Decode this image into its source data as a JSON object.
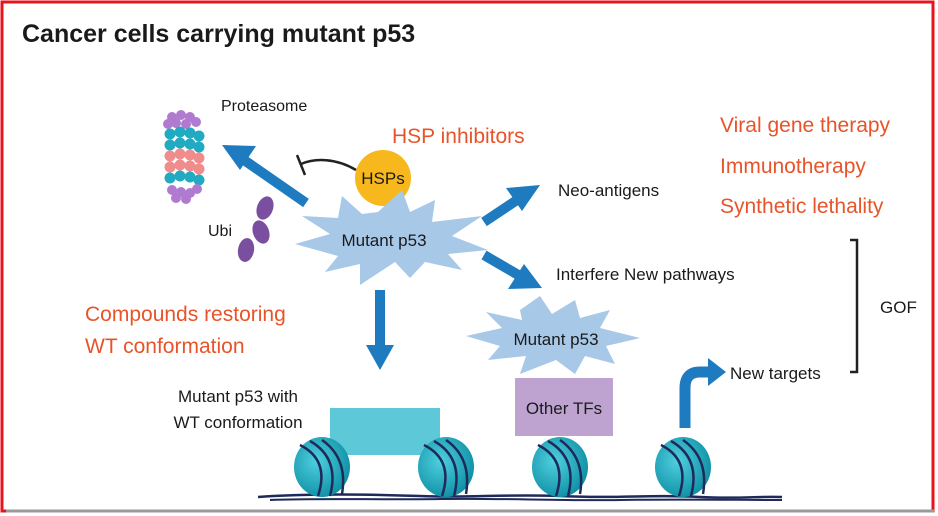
{
  "title": "Cancer cells carrying mutant p53",
  "labels": {
    "proteasome": "Proteasome",
    "ubi": "Ubi",
    "hsps": "HSPs",
    "mutant_p53_main": "Mutant p53",
    "mutant_p53_second": "Mutant p53",
    "neo_antigens": "Neo-antigens",
    "interfere": "Interfere New pathways",
    "gof": "GOF",
    "new_targets": "New targets",
    "other_tfs": "Other TFs",
    "wt_conformation_line1": "Mutant p53 with",
    "wt_conformation_line2": "WT conformation"
  },
  "therapies": {
    "hsp_inhibitors": "HSP inhibitors",
    "viral_gene_therapy": "Viral gene therapy",
    "immunotherapy": "Immunotherapy",
    "synthetic_lethality": "Synthetic lethality",
    "compounds_line1": "Compounds restoring",
    "compounds_line2": "WT conformation"
  },
  "colors": {
    "frame": "#e8141c",
    "arrow": "#1e7bc0",
    "starburst": "#a8c8e8",
    "hsps": "#f6b81c",
    "ubi": "#7a4fa0",
    "therapy_text": "#e8542a",
    "nucleosome": "#1aa3b8",
    "bound_box": "#5cc8d8",
    "other_tfs_box": "#bea3d1"
  }
}
